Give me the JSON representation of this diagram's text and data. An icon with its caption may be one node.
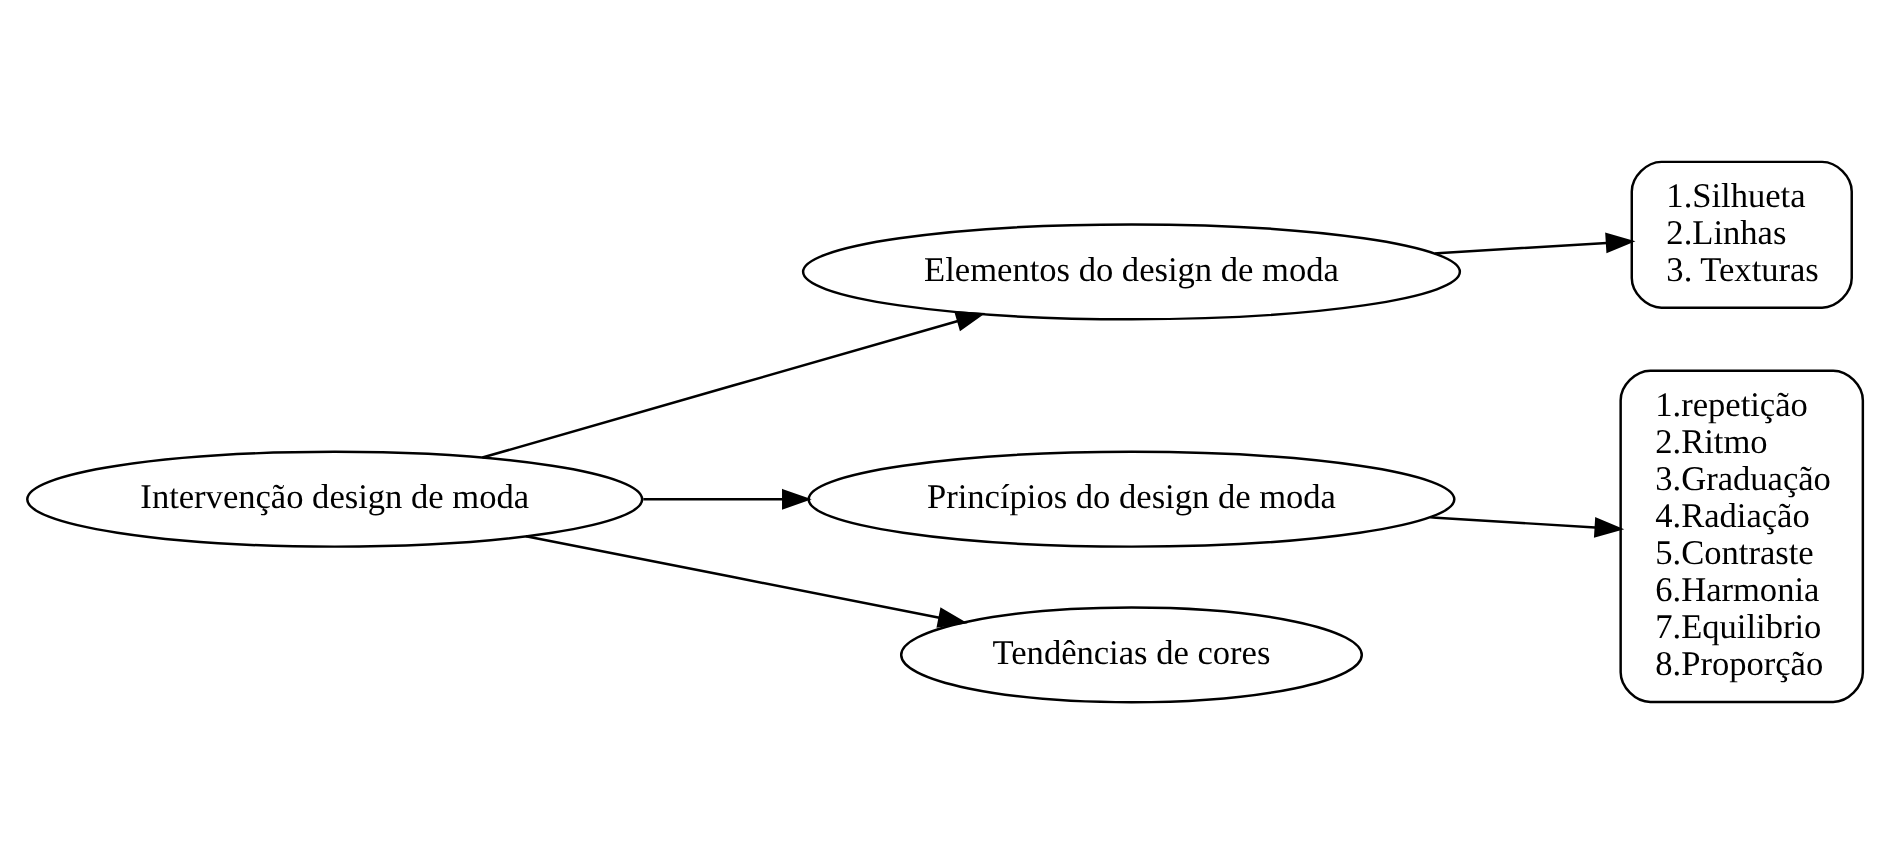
{
  "diagram": {
    "nodes": [
      {
        "text": [
          "Intervenção design de moda"
        ]
      },
      {
        "text": [
          "Elementos do design de moda"
        ]
      },
      {
        "text": [
          "Princípios do design de moda"
        ]
      },
      {
        "text": [
          "Tendências de cores"
        ]
      },
      {
        "text": [
          "1.Silhueta",
          "2.Linhas",
          "3. Texturas"
        ]
      },
      {
        "text": [
          "1.repetição",
          "2.Ritmo",
          "3.Graduação",
          "4.Radiação",
          "5.Contraste",
          "6.Harmonia",
          "7.Equilibrio",
          "8.Proporção"
        ]
      }
    ],
    "edges": [
      {
        "from": 0,
        "to": 1,
        "arrow": "to"
      },
      {
        "from": 0,
        "to": 2,
        "arrow": "to"
      },
      {
        "from": 0,
        "to": 3,
        "arrow": "to"
      },
      {
        "from": 1,
        "to": 4,
        "arrow": "to"
      },
      {
        "from": 2,
        "to": 5,
        "arrow": "to"
      }
    ]
  }
}
